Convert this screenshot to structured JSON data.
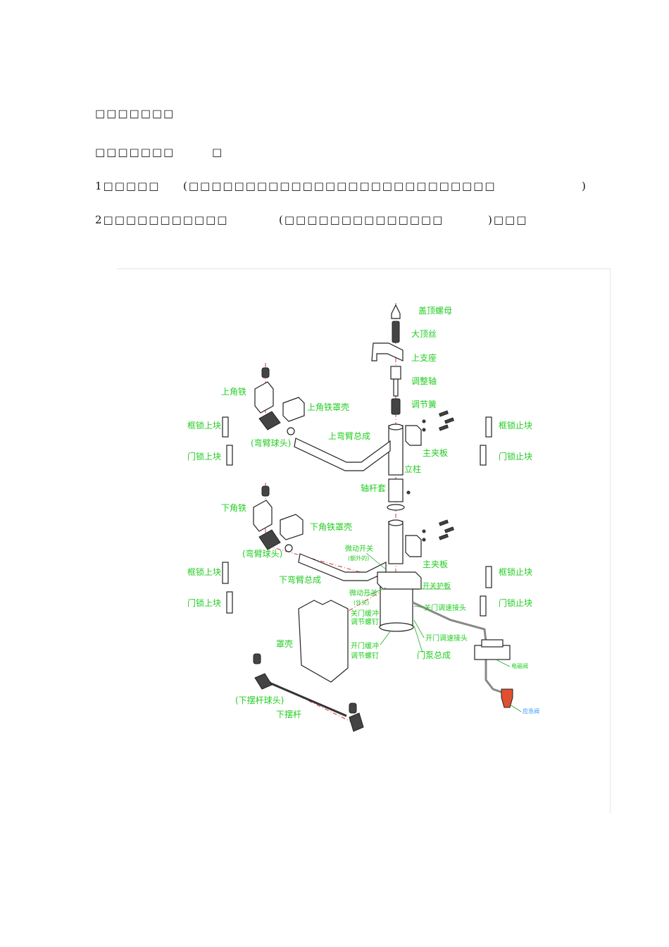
{
  "text": {
    "line1": "□□□□□□□",
    "line2_a": "□□□□□□□",
    "line2_b": "□",
    "line3_a": "1□□□□□",
    "line3_b": "(□□□□□□□□□□□□□□□□□□□□□□□□□□□",
    "line3_c": ")",
    "line4_a": "2□□□□□□□□□□□",
    "line4_b": "(□□□□□□□□□□□□□□",
    "line4_c": ")□□□"
  },
  "diagram": {
    "labels": {
      "top_nut": "盖顶螺母",
      "big_screw": "大顶丝",
      "upper_bracket": "上支座",
      "adjust_shaft": "调整轴",
      "adjust_spring": "调节簧",
      "upper_angle_iron": "上角铁",
      "upper_angle_cover": "上角铁罩壳",
      "frame_lock_upper_left": "框锁上块",
      "door_lock_upper_left": "门锁上块",
      "bend_ball_upper": "(弯臂球头)",
      "upper_arm_assembly": "上弯臂总成",
      "frame_stop_upper_right": "框锁止块",
      "main_clamp_upper": "主夹板",
      "door_stop_upper_right": "门锁止块",
      "column": "立柱",
      "shaft_sleeve": "轴杆套",
      "lower_angle_iron": "下角铁",
      "lower_angle_cover": "下角铁罩壳",
      "bend_ball_lower": "(弯臂球头)",
      "micro_switch_1": "微动开关",
      "micro_switch_1_note": "(额外的)",
      "main_clamp_lower": "主夹板",
      "frame_lock_lower_left": "框锁上块",
      "lower_arm_assembly": "下弯臂总成",
      "micro_switch_2": "微动开关",
      "micro_switch_2_note": "(外关)",
      "switch_bracket": "开关护板",
      "frame_stop_lower_right": "框锁止块",
      "door_lock_lower_left": "门锁上块",
      "close_buffer": "关门缓冲",
      "close_buffer_screw": "调节螺钉",
      "close_speed_joint": "关门调速接头",
      "door_stop_lower_right": "门锁止块",
      "cover": "罩壳",
      "open_speed_joint": "开门调速接头",
      "open_buffer": "开门缓冲",
      "open_buffer_screw": "调节螺钉",
      "door_pump_assembly": "门泵总成",
      "solenoid_valve": "电磁阀",
      "lower_swing_ball": "(下摆杆球头)",
      "lower_swing_rod": "下摆杆",
      "emergency_valve": "应急阀"
    }
  }
}
